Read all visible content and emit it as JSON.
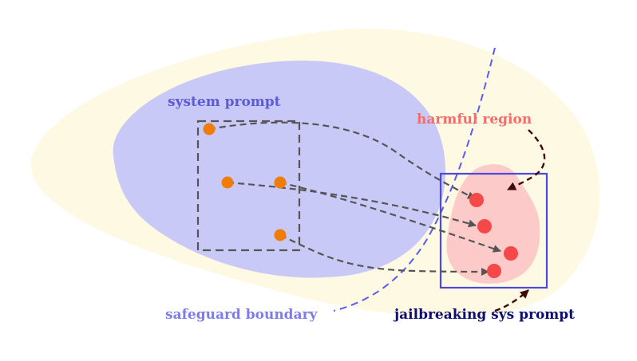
{
  "labels": {
    "system_prompt": "system prompt",
    "harmful_region": "harmful region",
    "safeguard_boundary": "safeguard boundary",
    "jailbreaking_sys_prompt": "jailbreaking sys prompt"
  },
  "colors": {
    "outer_region": "#fdf9e3",
    "system_prompt_region": "#c9c9f8",
    "harmful_region": "#fdcaca",
    "system_prompt_text": "#5b5bd6",
    "harmful_text": "#f46b6b",
    "boundary": "#5b5bf0",
    "jailbreak_box": "#4a4ae0",
    "jailbreak_text": "#0d0d6e",
    "source_point": "#f07d0a",
    "target_point": "#f54848",
    "mapping_arrow": "#555555",
    "pointer_arrow": "#3d0b0b"
  }
}
